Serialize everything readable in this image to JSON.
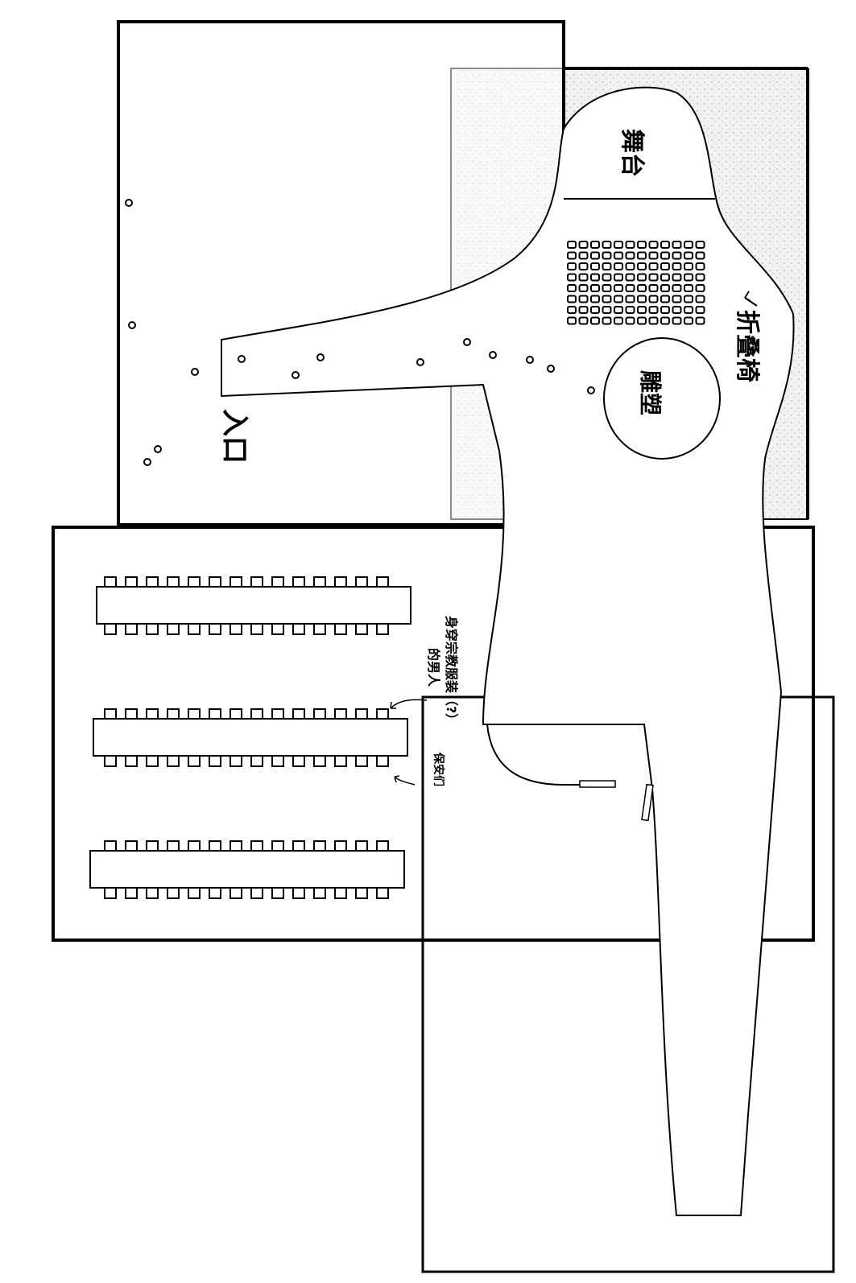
{
  "labels": {
    "stage": "舞台",
    "folding_chairs": "折叠椅",
    "sculpture": "雕塑",
    "entrance": "入口",
    "man_line1": "身穿宗教服装（?）",
    "man_line2": "的男人",
    "guards": "保安们"
  },
  "colors": {
    "ink": "#000000",
    "shade": "#e6e6e6"
  },
  "chair_grid": {
    "rows": 8,
    "cols": 12
  },
  "banquet_tables": {
    "count": 3,
    "chairs_per_side": 14
  }
}
